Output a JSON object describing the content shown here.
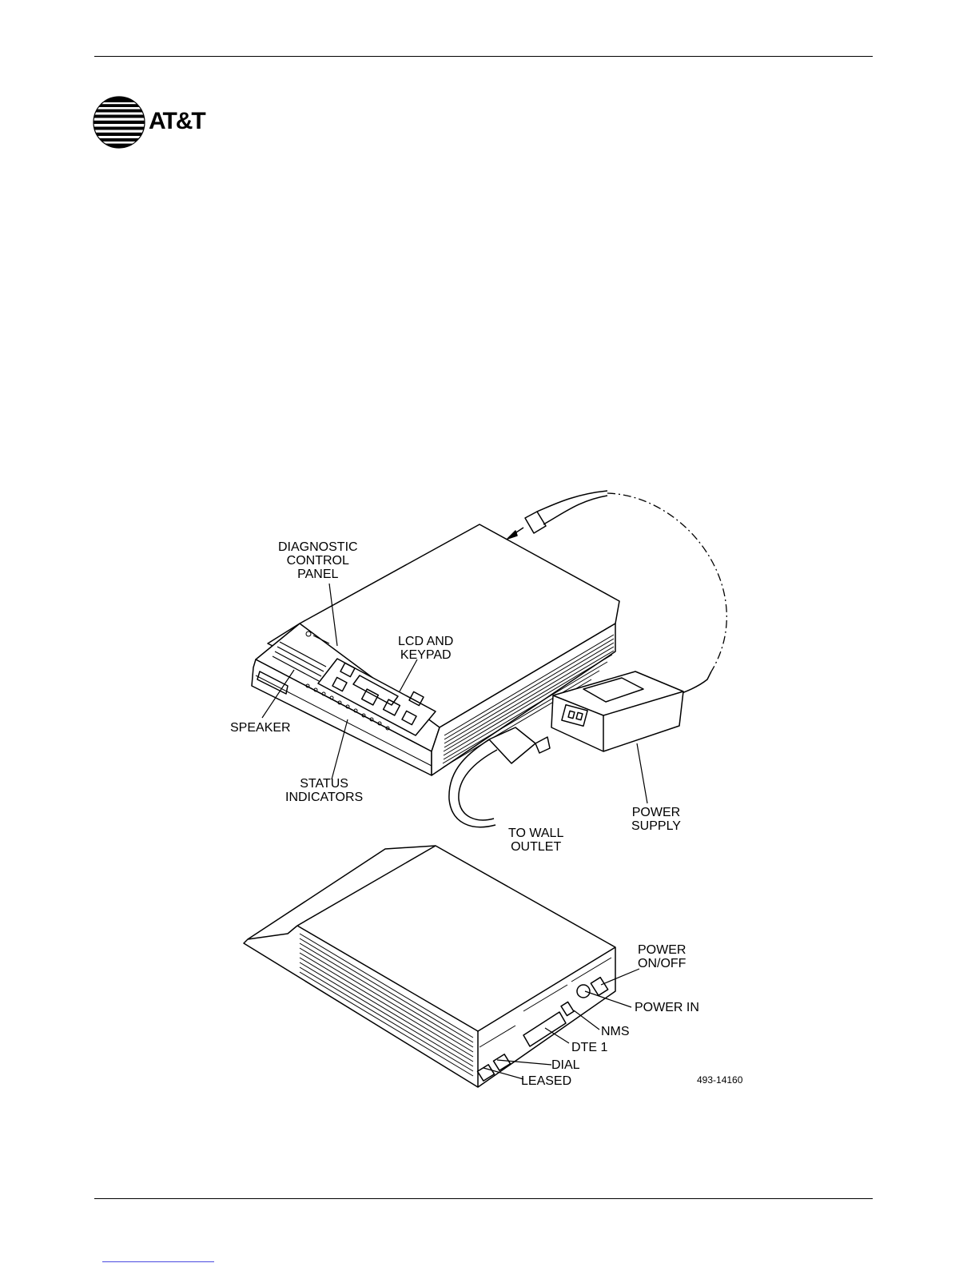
{
  "header": {
    "logo": {
      "wordmark": "AT&T",
      "icon": "att-globe-icon"
    }
  },
  "figure": {
    "labels": {
      "diagnostic_panel": "DIAGNOSTIC\nCONTROL\nPANEL",
      "lcd_keypad": "LCD AND\nKEYPAD",
      "speaker": "SPEAKER",
      "status_indicators": "STATUS\nINDICATORS",
      "to_wall_outlet": "TO WALL\nOUTLET",
      "power_supply": "POWER\nSUPPLY",
      "power_on_off": "POWER\nON/OFF",
      "power_in": "POWER IN",
      "nms": "NMS",
      "dte1": "DTE 1",
      "dial": "DIAL",
      "leased": "LEASED"
    },
    "figure_id": "493-14160"
  }
}
